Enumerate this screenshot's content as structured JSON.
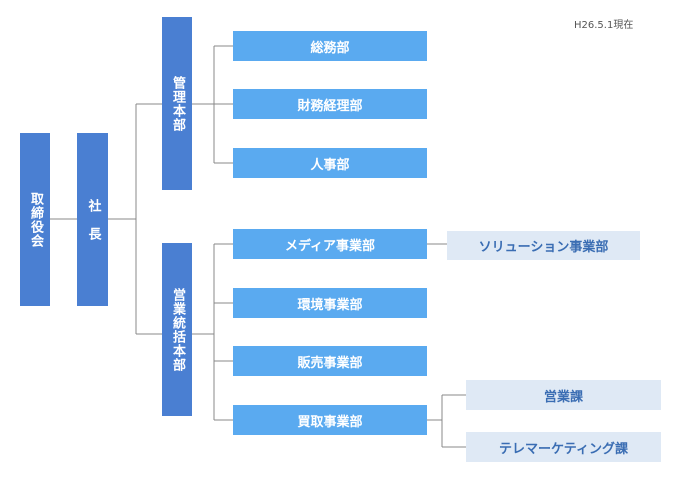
{
  "date_note": "H26.5.1現在",
  "board": "取締役会",
  "president": "社　長",
  "headquarters": {
    "admin": "管理本部",
    "sales": "営業統括本部"
  },
  "departments": {
    "general_affairs": "総務部",
    "finance": "財務経理部",
    "hr": "人事部",
    "media": "メディア事業部",
    "environment": "環境事業部",
    "retail": "販売事業部",
    "purchasing": "買取事業部"
  },
  "sub_units": {
    "solution": "ソリューション事業部",
    "sales_section": "営業課",
    "telemarketing": "テレマーケティング課"
  },
  "colors": {
    "dark_box": "#4a7fd2",
    "dept_box": "#5aaaf0",
    "sub_box": "#dfe9f5",
    "sub_text": "#3a6db3",
    "connector": "#888888"
  }
}
